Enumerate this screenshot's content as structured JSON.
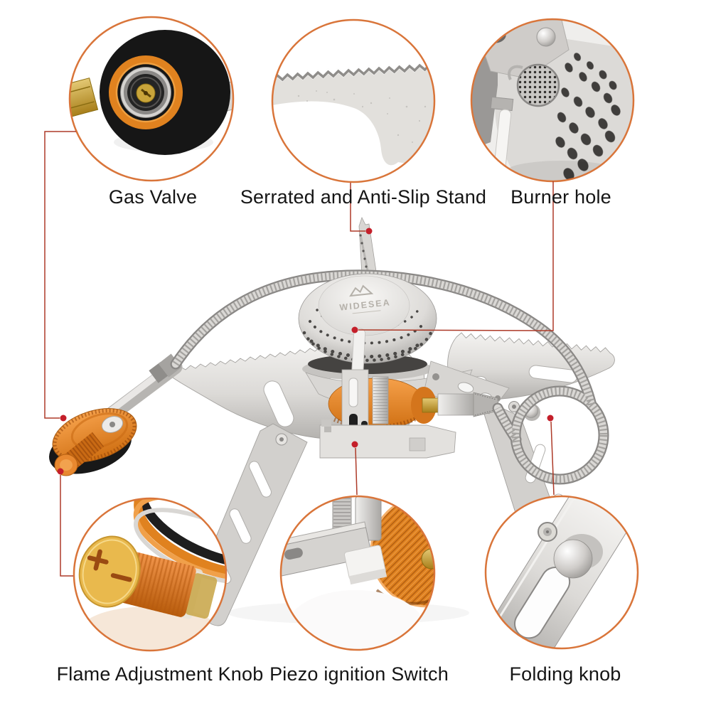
{
  "page": {
    "background": "#ffffff"
  },
  "style": {
    "circle_stroke": "#d9753a",
    "leader_color": "#ad3a28",
    "marker_color": "#c41f2a",
    "label_color": "#151515",
    "orange_metal": "#e0821f",
    "brass": "#c9a22b",
    "silver": "#d5d3d0"
  },
  "brand": {
    "logo_text": "WIDESEA"
  },
  "callouts": {
    "top": [
      {
        "id": "gas-valve",
        "label": "Gas Valve"
      },
      {
        "id": "serrated-stand",
        "label": "Serrated and Anti-Slip Stand"
      },
      {
        "id": "burner-hole",
        "label": "Burner hole"
      }
    ],
    "bottom": [
      {
        "id": "flame-adjustment-knob",
        "label": "Flame Adjustment Knob"
      },
      {
        "id": "piezo-ignition-switch",
        "label": "Piezo ignition Switch"
      },
      {
        "id": "folding-knob",
        "label": "Folding knob"
      }
    ]
  }
}
